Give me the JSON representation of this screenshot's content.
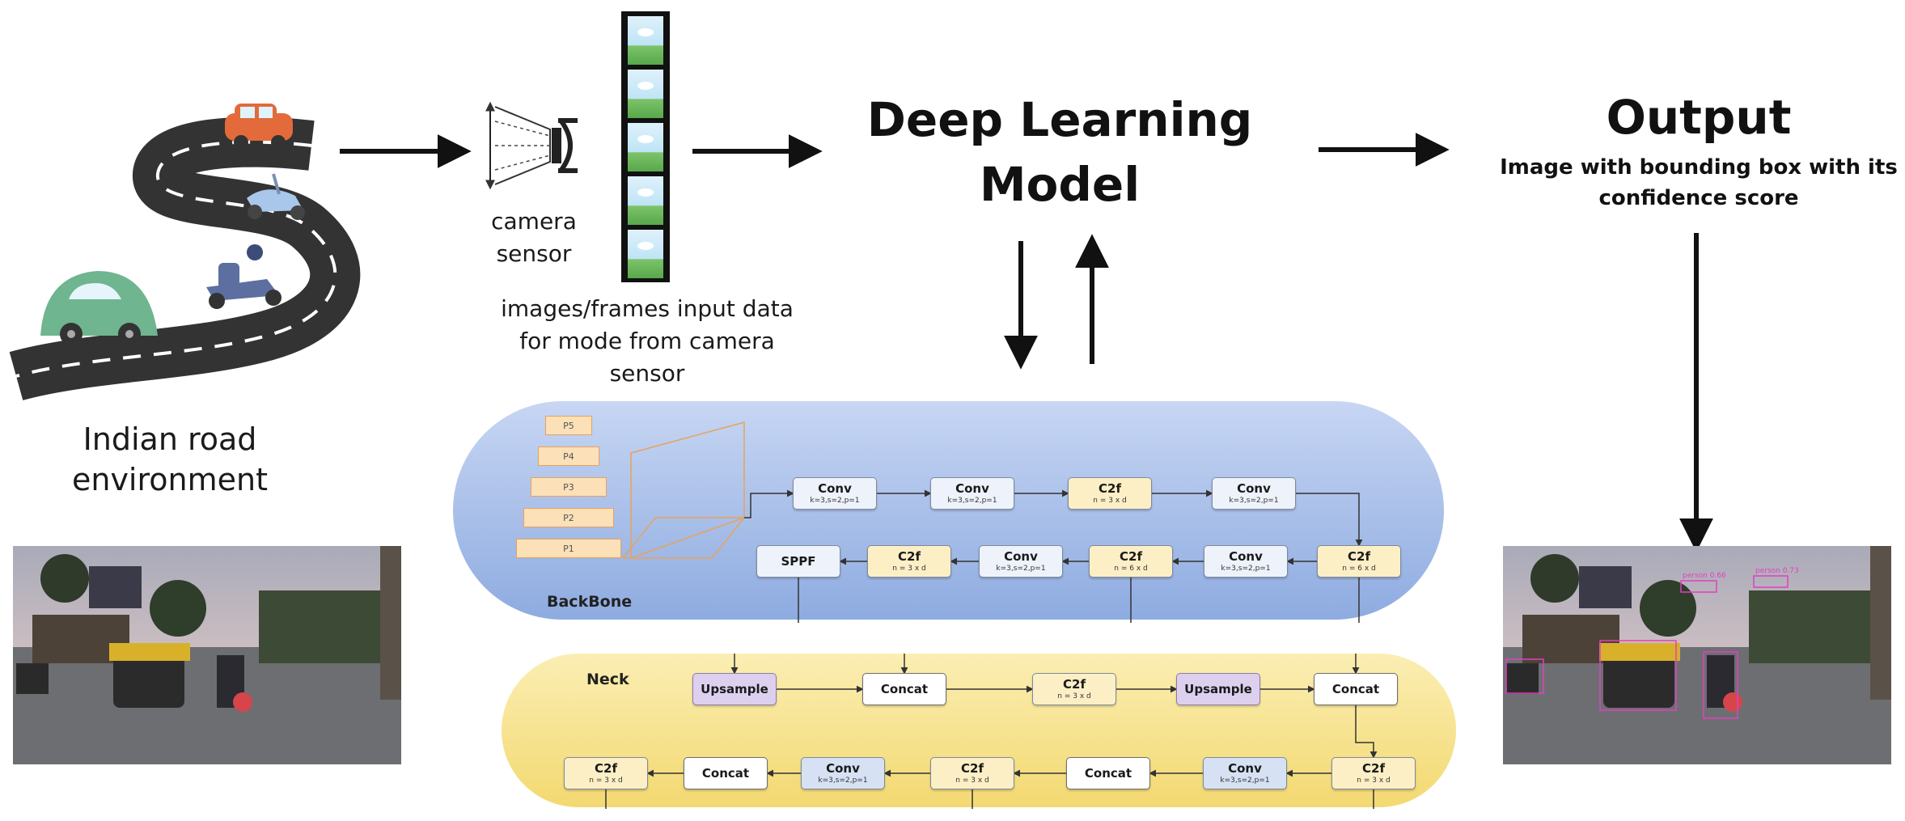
{
  "captions": {
    "road": "Indian road environment",
    "camera": "camera sensor",
    "frames": "images/frames input data for mode from camera sensor"
  },
  "model": {
    "title": "Deep Learning Model"
  },
  "output": {
    "title": "Output",
    "subtitle": "Image with bounding box with its confidence score"
  },
  "backbone": {
    "label": "BackBone",
    "pyramid_levels": [
      "P1",
      "P2",
      "P3",
      "P4",
      "P5"
    ],
    "top_row": [
      {
        "name": "Conv",
        "params": "k=3,s=2,p=1"
      },
      {
        "name": "Conv",
        "params": "k=3,s=2,p=1"
      },
      {
        "name": "C2f",
        "params": "n = 3 x d"
      },
      {
        "name": "Conv",
        "params": "k=3,s=2,p=1"
      }
    ],
    "bottom_row": [
      {
        "name": "SPPF",
        "params": ""
      },
      {
        "name": "C2f",
        "params": "n = 3 x d"
      },
      {
        "name": "Conv",
        "params": "k=3,s=2,p=1"
      },
      {
        "name": "C2f",
        "params": "n = 6 x d"
      },
      {
        "name": "Conv",
        "params": "k=3,s=2,p=1"
      },
      {
        "name": "C2f",
        "params": "n = 6 x d"
      }
    ]
  },
  "neck": {
    "label": "Neck",
    "top_row": [
      {
        "name": "Upsample",
        "params": ""
      },
      {
        "name": "Concat",
        "params": ""
      },
      {
        "name": "C2f",
        "params": "n = 3 x d"
      },
      {
        "name": "Upsample",
        "params": ""
      },
      {
        "name": "Concat",
        "params": ""
      }
    ],
    "bottom_row": [
      {
        "name": "C2f",
        "params": "n = 3 x d"
      },
      {
        "name": "Concat",
        "params": ""
      },
      {
        "name": "Conv",
        "params": "k=3,s=2,p=1"
      },
      {
        "name": "C2f",
        "params": "n = 3 x d"
      },
      {
        "name": "Concat",
        "params": ""
      },
      {
        "name": "Conv",
        "params": "k=3,s=2,p=1"
      },
      {
        "name": "C2f",
        "params": "n = 3 x d"
      }
    ]
  },
  "detections": [
    "person 0.66",
    "person 0.73"
  ],
  "colors": {
    "backbone_fill": "#a9c1ea",
    "neck_fill": "#f7e391",
    "conv_fill": "#eef3fb",
    "c2f_fill": "#fcefc6",
    "upsample_fill": "#ddd0ef",
    "bbox": "#e040c0"
  }
}
